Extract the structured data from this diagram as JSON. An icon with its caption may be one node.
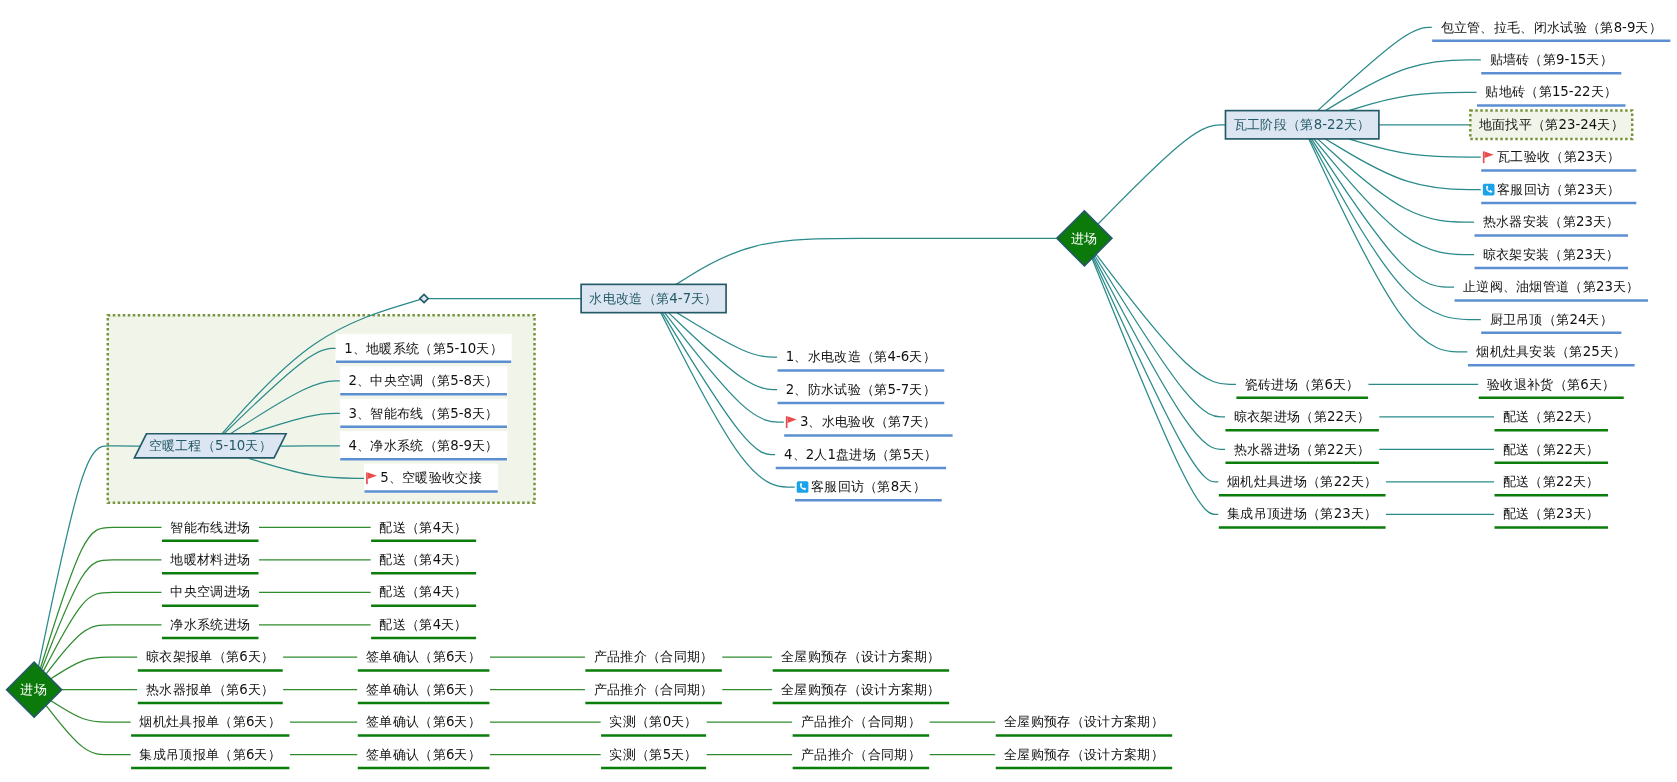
{
  "diagram": {
    "nodes": [
      {
        "text": [
          "进场"
        ]
      },
      {
        "text": [
          "智能布线进场"
        ]
      },
      {
        "text": [
          "配送（第4天）"
        ]
      },
      {
        "text": [
          "地暖材料进场"
        ]
      },
      {
        "text": [
          "配送（第4天）"
        ]
      },
      {
        "text": [
          "中央空调进场"
        ]
      },
      {
        "text": [
          "配送（第4天）"
        ]
      },
      {
        "text": [
          "净水系统进场"
        ]
      },
      {
        "text": [
          "配送（第4天）"
        ]
      },
      {
        "text": [
          "晾衣架报单（第6天）"
        ]
      },
      {
        "text": [
          "签单确认（第6天）"
        ]
      },
      {
        "text": [
          "产品推介（合同期）"
        ]
      },
      {
        "text": [
          "全屋购预存（设计方案期）"
        ]
      },
      {
        "text": [
          "热水器报单（第6天）"
        ]
      },
      {
        "text": [
          "签单确认（第6天）"
        ]
      },
      {
        "text": [
          "产品推介（合同期）"
        ]
      },
      {
        "text": [
          "全屋购预存（设计方案期）"
        ]
      },
      {
        "text": [
          "烟机灶具报单（第6天）"
        ]
      },
      {
        "text": [
          "签单确认（第6天）"
        ]
      },
      {
        "text": [
          "实测（第0天）"
        ]
      },
      {
        "text": [
          "产品推介（合同期）"
        ]
      },
      {
        "text": [
          "全屋购预存（设计方案期）"
        ]
      },
      {
        "text": [
          "集成吊顶报单（第6天）"
        ]
      },
      {
        "text": [
          "签单确认（第6天）"
        ]
      },
      {
        "text": [
          "实测（第5天）"
        ]
      },
      {
        "text": [
          "产品推介（合同期）"
        ]
      },
      {
        "text": [
          "全屋购预存（设计方案期）"
        ]
      },
      {
        "text": [],
        "shape": "box"
      },
      {
        "text": [
          "空暖工程（5-10天）"
        ],
        "in": 27
      },
      {
        "text": [
          "1、地暖系统（第5-10天）"
        ],
        "in": 27
      },
      {
        "text": [
          "2、中央空调（第5-8天）"
        ],
        "in": 27
      },
      {
        "text": [
          "3、智能布线（第5-8天）"
        ],
        "in": 27
      },
      {
        "text": [
          "4、净水系统（第8-9天）"
        ],
        "in": 27
      },
      {
        "text": [
          "5、空暖验收交接"
        ],
        "in": 27
      },
      {
        "text": [],
        "shape": "diamond"
      },
      {
        "text": [
          "水电改造（第4-7天）"
        ]
      },
      {
        "text": [
          "1、水电改造（第4-6天）"
        ]
      },
      {
        "text": [
          "2、防水试验（第5-7天）"
        ]
      },
      {
        "text": [
          "3、水电验收（第7天）"
        ]
      },
      {
        "text": [
          "4、2人1盘进场（第5天）"
        ]
      },
      {
        "text": [
          "客服回访（第8天）"
        ]
      },
      {
        "text": [
          "进场"
        ]
      },
      {
        "text": [
          "瓷砖进场（第6天）"
        ]
      },
      {
        "text": [
          "验收退补货（第6天）"
        ]
      },
      {
        "text": [
          "晾衣架进场（第22天）"
        ]
      },
      {
        "text": [
          "配送（第22天）"
        ]
      },
      {
        "text": [
          "热水器进场（第22天）"
        ]
      },
      {
        "text": [
          "配送（第22天）"
        ]
      },
      {
        "text": [
          "烟机灶具进场（第22天）"
        ]
      },
      {
        "text": [
          "配送（第22天）"
        ]
      },
      {
        "text": [
          "集成吊顶进场（第23天）"
        ]
      },
      {
        "text": [
          "配送（第23天）"
        ]
      },
      {
        "text": [
          "瓦工阶段（第8-22天）"
        ]
      },
      {
        "text": [
          "包立管、拉毛、闭水试验（第8-9天）"
        ]
      },
      {
        "text": [
          "贴墙砖（第9-15天）"
        ]
      },
      {
        "text": [
          "贴地砖（第15-22天）"
        ]
      },
      {
        "text": [
          "地面找平（第23-24天）"
        ]
      },
      {
        "text": [
          "瓦工验收（第23天）"
        ]
      },
      {
        "text": [
          "客服回访（第23天）"
        ]
      },
      {
        "text": [
          "热水器安装（第23天）"
        ]
      },
      {
        "text": [
          "晾衣架安装（第23天）"
        ]
      },
      {
        "text": [
          "止逆阀、油烟管道（第23天）"
        ]
      },
      {
        "text": [
          "厨卫吊顶（第24天）"
        ]
      },
      {
        "text": [
          "烟机灶具安装（第25天）"
        ]
      }
    ],
    "edges": [
      {
        "from": 0,
        "to": 28,
        "arrow": "none"
      },
      {
        "from": 28,
        "to": 34,
        "arrow": "none"
      },
      {
        "from": 34,
        "to": 35,
        "arrow": "none"
      },
      {
        "from": 35,
        "to": 41,
        "arrow": "none"
      },
      {
        "from": 41,
        "to": 52,
        "arrow": "none"
      },
      {
        "from": 0,
        "to": 1,
        "arrow": "none",
        "color": "#2e8b2e"
      },
      {
        "from": 1,
        "to": 2,
        "arrow": "none",
        "color": "#2e8b2e"
      },
      {
        "from": 0,
        "to": 3,
        "arrow": "none",
        "color": "#2e8b2e"
      },
      {
        "from": 3,
        "to": 4,
        "arrow": "none",
        "color": "#2e8b2e"
      },
      {
        "from": 0,
        "to": 5,
        "arrow": "none",
        "color": "#2e8b2e"
      },
      {
        "from": 5,
        "to": 6,
        "arrow": "none",
        "color": "#2e8b2e"
      },
      {
        "from": 0,
        "to": 7,
        "arrow": "none",
        "color": "#2e8b2e"
      },
      {
        "from": 7,
        "to": 8,
        "arrow": "none",
        "color": "#2e8b2e"
      },
      {
        "from": 0,
        "to": 9,
        "arrow": "none",
        "color": "#2e8b2e"
      },
      {
        "from": 9,
        "to": 10,
        "arrow": "none",
        "color": "#2e8b2e"
      },
      {
        "from": 10,
        "to": 11,
        "arrow": "none",
        "color": "#2e8b2e"
      },
      {
        "from": 11,
        "to": 12,
        "arrow": "none",
        "color": "#2e8b2e"
      },
      {
        "from": 0,
        "to": 13,
        "arrow": "none",
        "color": "#2e8b2e"
      },
      {
        "from": 13,
        "to": 14,
        "arrow": "none",
        "color": "#2e8b2e"
      },
      {
        "from": 14,
        "to": 15,
        "arrow": "none",
        "color": "#2e8b2e"
      },
      {
        "from": 15,
        "to": 16,
        "arrow": "none",
        "color": "#2e8b2e"
      },
      {
        "from": 0,
        "to": 17,
        "arrow": "none",
        "color": "#2e8b2e"
      },
      {
        "from": 17,
        "to": 18,
        "arrow": "none",
        "color": "#2e8b2e"
      },
      {
        "from": 18,
        "to": 19,
        "arrow": "none",
        "color": "#2e8b2e"
      },
      {
        "from": 19,
        "to": 20,
        "arrow": "none",
        "color": "#2e8b2e"
      },
      {
        "from": 20,
        "to": 21,
        "arrow": "none",
        "color": "#2e8b2e"
      },
      {
        "from": 0,
        "to": 22,
        "arrow": "none",
        "color": "#2e8b2e"
      },
      {
        "from": 22,
        "to": 23,
        "arrow": "none",
        "color": "#2e8b2e"
      },
      {
        "from": 23,
        "to": 24,
        "arrow": "none",
        "color": "#2e8b2e"
      },
      {
        "from": 24,
        "to": 25,
        "arrow": "none",
        "color": "#2e8b2e"
      },
      {
        "from": 25,
        "to": 26,
        "arrow": "none",
        "color": "#2e8b2e"
      },
      {
        "from": 28,
        "to": 29,
        "arrow": "none"
      },
      {
        "from": 28,
        "to": 30,
        "arrow": "none"
      },
      {
        "from": 28,
        "to": 31,
        "arrow": "none"
      },
      {
        "from": 28,
        "to": 32,
        "arrow": "none"
      },
      {
        "from": 28,
        "to": 33,
        "arrow": "none"
      },
      {
        "from": 35,
        "to": 36,
        "arrow": "none"
      },
      {
        "from": 35,
        "to": 37,
        "arrow": "none"
      },
      {
        "from": 35,
        "to": 38,
        "arrow": "none"
      },
      {
        "from": 35,
        "to": 39,
        "arrow": "none"
      },
      {
        "from": 35,
        "to": 40,
        "arrow": "none"
      },
      {
        "from": 41,
        "to": 42,
        "arrow": "none"
      },
      {
        "from": 42,
        "to": 43,
        "arrow": "none"
      },
      {
        "from": 41,
        "to": 44,
        "arrow": "none"
      },
      {
        "from": 44,
        "to": 45,
        "arrow": "none"
      },
      {
        "from": 41,
        "to": 46,
        "arrow": "none"
      },
      {
        "from": 46,
        "to": 47,
        "arrow": "none"
      },
      {
        "from": 41,
        "to": 48,
        "arrow": "none"
      },
      {
        "from": 48,
        "to": 49,
        "arrow": "none"
      },
      {
        "from": 41,
        "to": 50,
        "arrow": "none"
      },
      {
        "from": 50,
        "to": 51,
        "arrow": "none"
      },
      {
        "from": 52,
        "to": 53,
        "arrow": "none"
      },
      {
        "from": 52,
        "to": 54,
        "arrow": "none"
      },
      {
        "from": 52,
        "to": 55,
        "arrow": "none"
      },
      {
        "from": 52,
        "to": 56,
        "arrow": "none"
      },
      {
        "from": 52,
        "to": 57,
        "arrow": "none"
      },
      {
        "from": 52,
        "to": 58,
        "arrow": "none"
      },
      {
        "from": 52,
        "to": 59,
        "arrow": "none"
      },
      {
        "from": 52,
        "to": 60,
        "arrow": "none"
      },
      {
        "from": 52,
        "to": 61,
        "arrow": "none"
      },
      {
        "from": 52,
        "to": 62,
        "arrow": "none"
      },
      {
        "from": 52,
        "to": 63,
        "arrow": "none"
      }
    ]
  }
}
